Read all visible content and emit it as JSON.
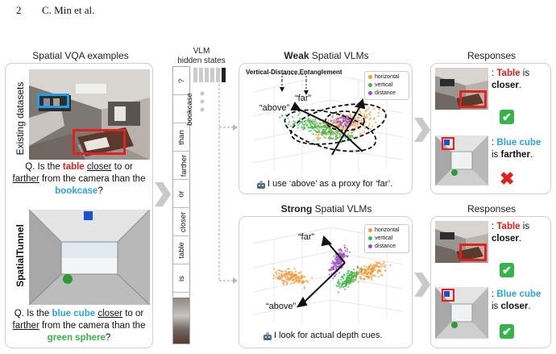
{
  "page": {
    "number": "2",
    "running_head": "C. Min et al."
  },
  "left": {
    "title": "Spatial VQA examples",
    "existing_label": "Existing datasets",
    "tunnel_label": "SpatialTunnel",
    "q1": {
      "p1": "Q. Is the ",
      "obj1": "table",
      "sp1": " ",
      "rel1": "closer",
      "p2": " to or",
      "rel2": "farther",
      "p3": " from the camera than the ",
      "obj2": "bookcase",
      "p4": "?"
    },
    "q2": {
      "p1": "Q. Is the ",
      "obj1": "blue cube",
      "sp1": " ",
      "rel1": "closer",
      "p2": " to or",
      "rel2": "farther",
      "p3": " from the camera than the ",
      "obj2": "green sphere",
      "p4": "?"
    }
  },
  "vlm": {
    "title_line1": "VLM",
    "title_line2": "hidden states",
    "tokens": [
      "?",
      "bookcase",
      "than",
      "farther",
      "or",
      "closer",
      "table",
      "is"
    ]
  },
  "weak": {
    "title_bold": "Weak",
    "title_rest": " Spatial VLMs",
    "annotation": "Vertical-Distance Entanglement",
    "label_far": "“far”",
    "label_above": "“above”",
    "legend": [
      "horizontal",
      "vertical",
      "distance"
    ],
    "caption": "I use ‘above’ as a proxy for ‘far’."
  },
  "strong": {
    "title_bold": "Strong",
    "title_rest": " Spatial VLMs",
    "label_far": "“far”",
    "label_above": "“above”",
    "legend": [
      "horizontal",
      "vertical",
      "distance"
    ],
    "caption": "I look for actual depth cues."
  },
  "responses": {
    "title": "Responses",
    "weak": {
      "r1_prefix": ": ",
      "r1_obj": "Table",
      "r1_mid": " is",
      "r1_rel": "closer",
      "r1_end": ".",
      "r1_mark": "✔",
      "r2_prefix": ": ",
      "r2_obj": "Blue cube",
      "r2_mid": "is ",
      "r2_rel": "farther",
      "r2_end": ".",
      "r2_mark": "✖"
    },
    "strong": {
      "r1_prefix": ": ",
      "r1_obj": "Table",
      "r1_mid": " is",
      "r1_rel": "closer",
      "r1_end": ".",
      "r1_mark": "✔",
      "r2_prefix": ": ",
      "r2_obj": "Blue cube",
      "r2_mid": "is ",
      "r2_rel": "closer",
      "r2_end": ".",
      "r2_mark": "✔"
    }
  },
  "colors": {
    "horizontal": "#f39a3e",
    "vertical": "#3fb54a",
    "distance": "#9a4fc1",
    "red": "#e0211d",
    "blue": "#2ea3e6",
    "green": "#38b449"
  }
}
